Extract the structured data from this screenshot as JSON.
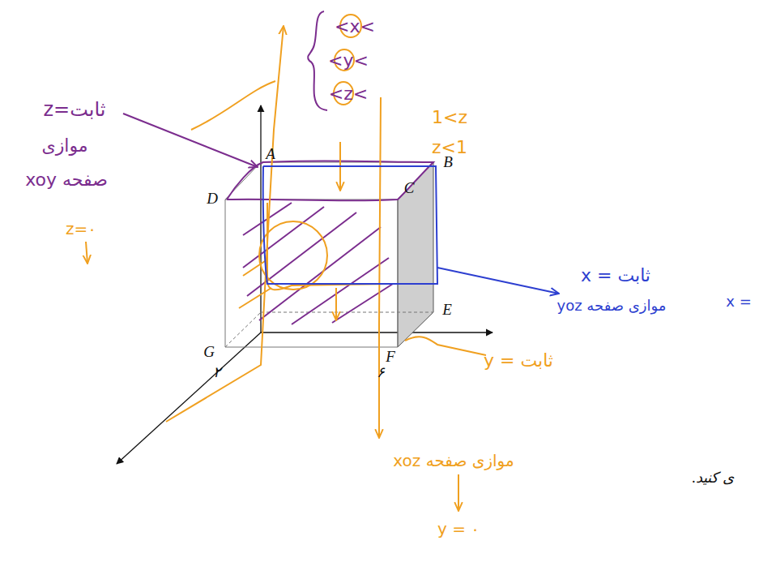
{
  "diagram": {
    "labels": [
      "<x<",
      "<y<",
      "<z<",
      "1<z",
      "z<1",
      "z=ثابت",
      "موازی",
      "صفحه xoy",
      "z=۰",
      "x = ثابت",
      "موازی صفحه yoz",
      "x =",
      "y = ثابت",
      "موازی صفحه xoz",
      "y = ۰",
      "ی کنید.",
      "A",
      "B",
      "C",
      "D",
      "E",
      "F",
      "G",
      "۲",
      "۶"
    ]
  }
}
